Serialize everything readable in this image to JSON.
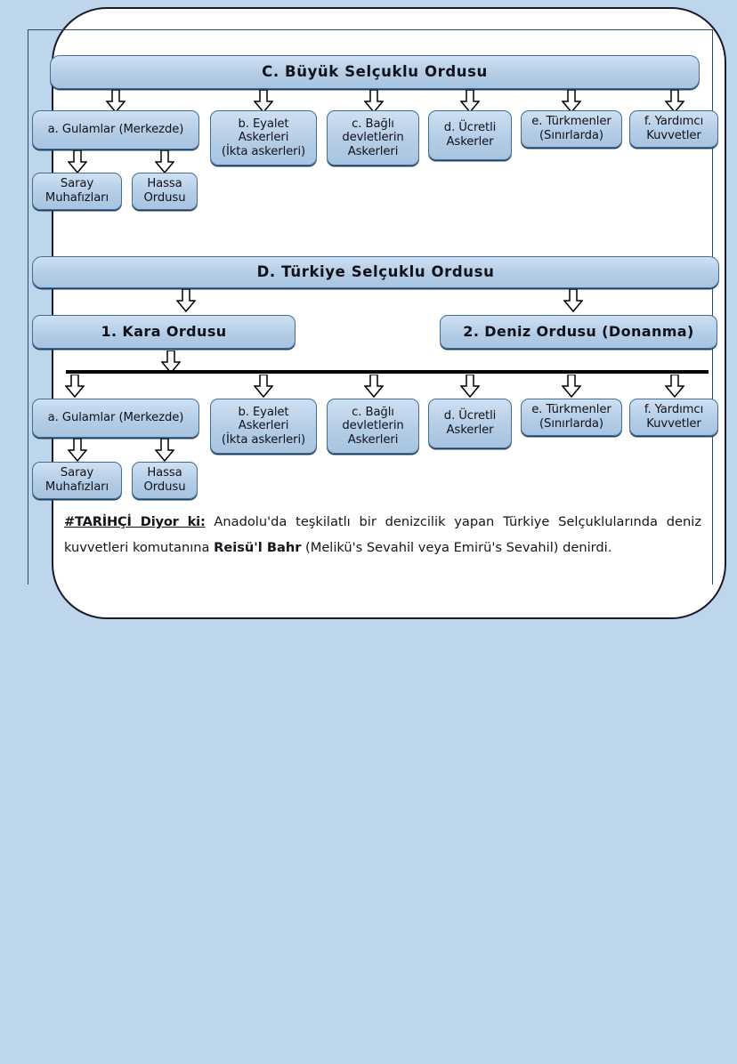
{
  "page": {
    "background_color": "#bed6ec",
    "card_background": "#ffffff",
    "box_fill": "#b4cde6",
    "box_border": "#3f6f99",
    "rule_color": "#000000"
  },
  "section_c": {
    "header": "C. Büyük Selçuklu Ordusu",
    "units": [
      {
        "lines": [
          "a. Gulamlar (Merkezde)"
        ]
      },
      {
        "lines": [
          "b. Eyalet",
          "Askerleri",
          "(İkta askerleri)"
        ]
      },
      {
        "lines": [
          "c. Bağlı",
          "devletlerin",
          "Askerleri"
        ]
      },
      {
        "lines": [
          "d. Ücretli",
          "Askerler"
        ]
      },
      {
        "lines": [
          "e. Türkmenler",
          "(Sınırlarda)"
        ]
      },
      {
        "lines": [
          "f. Yardımcı",
          "Kuvvetler"
        ]
      }
    ],
    "gulam_children": [
      {
        "lines": [
          "Saray",
          "Muhafızları"
        ]
      },
      {
        "lines": [
          "Hassa",
          "Ordusu"
        ]
      }
    ]
  },
  "section_d": {
    "header": "D. Türkiye Selçuklu Ordusu",
    "branches": [
      {
        "label": "1. Kara Ordusu"
      },
      {
        "label": "2. Deniz Ordusu (Donanma)"
      }
    ],
    "units": [
      {
        "lines": [
          "a. Gulamlar (Merkezde)"
        ]
      },
      {
        "lines": [
          "b. Eyalet",
          "Askerleri",
          "(İkta askerleri)"
        ]
      },
      {
        "lines": [
          "c. Bağlı",
          "devletlerin",
          "Askerleri"
        ]
      },
      {
        "lines": [
          "d. Ücretli",
          "Askerler"
        ]
      },
      {
        "lines": [
          "e. Türkmenler",
          "(Sınırlarda)"
        ]
      },
      {
        "lines": [
          "f. Yardımcı",
          "Kuvvetler"
        ]
      }
    ],
    "gulam_children": [
      {
        "lines": [
          "Saray",
          "Muhafızları"
        ]
      },
      {
        "lines": [
          "Hassa",
          "Ordusu"
        ]
      }
    ]
  },
  "note": {
    "tag": "#TARİHÇİ Diyor ki:",
    "text_1": " Anadolu'da teşkilatlı bir denizcilik yapan Türkiye Selçuklularında deniz kuvvetleri komutanına ",
    "bold_term": "Reisü'l Bahr",
    "text_2": " (Melikü's Sevahil veya Emirü's Sevahil) denirdi."
  }
}
